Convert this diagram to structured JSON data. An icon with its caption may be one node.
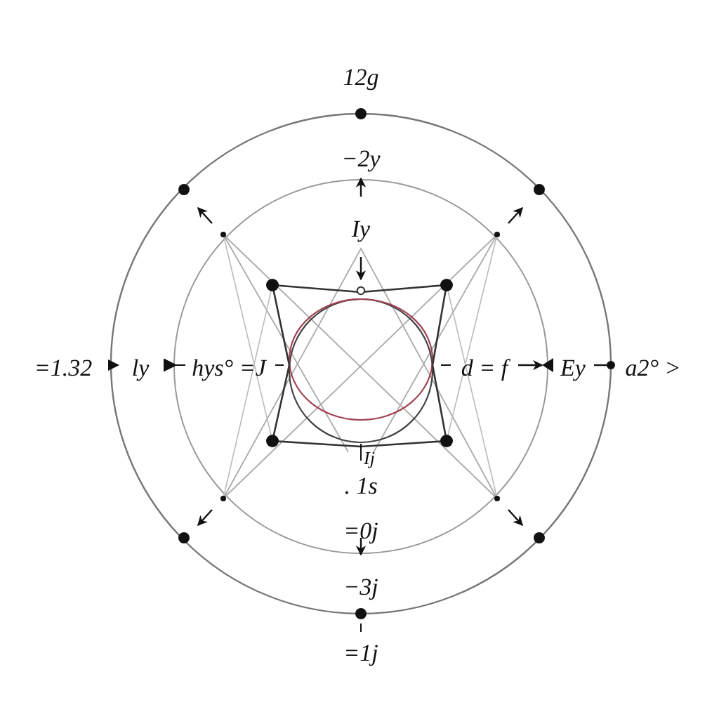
{
  "diagram": {
    "labels": [
      "12g",
      "−2y",
      "Iy",
      "=1.32",
      "ly",
      "hys° =J",
      "d = f",
      "Ey",
      "a2° >",
      "Ij",
      ". 1s",
      "=0j",
      "−3j",
      "=1j"
    ]
  }
}
